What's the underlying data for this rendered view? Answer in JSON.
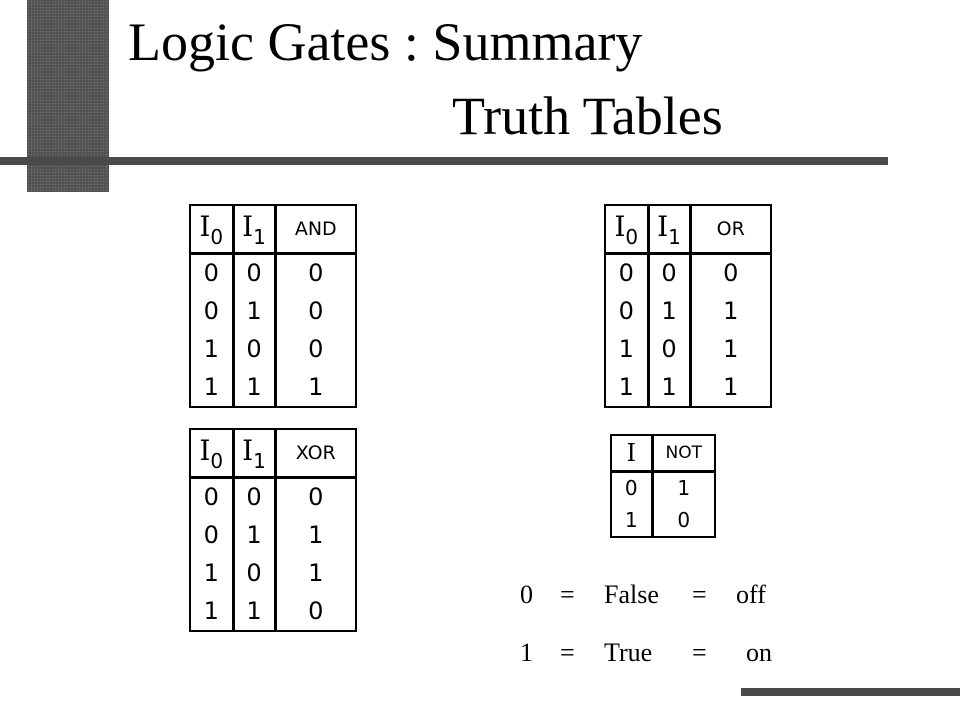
{
  "title": {
    "line1": "Logic Gates : Summary",
    "line2": "Truth Tables"
  },
  "tables": {
    "and": {
      "inputs": [
        {
          "label": "I",
          "sub": "0"
        },
        {
          "label": "I",
          "sub": "1"
        }
      ],
      "output": "AND",
      "rows": [
        [
          "0",
          "0",
          "0"
        ],
        [
          "0",
          "1",
          "0"
        ],
        [
          "1",
          "0",
          "0"
        ],
        [
          "1",
          "1",
          "1"
        ]
      ]
    },
    "or": {
      "inputs": [
        {
          "label": "I",
          "sub": "0"
        },
        {
          "label": "I",
          "sub": "1"
        }
      ],
      "output": "OR",
      "rows": [
        [
          "0",
          "0",
          "0"
        ],
        [
          "0",
          "1",
          "1"
        ],
        [
          "1",
          "0",
          "1"
        ],
        [
          "1",
          "1",
          "1"
        ]
      ]
    },
    "xor": {
      "inputs": [
        {
          "label": "I",
          "sub": "0"
        },
        {
          "label": "I",
          "sub": "1"
        }
      ],
      "output": "XOR",
      "rows": [
        [
          "0",
          "0",
          "0"
        ],
        [
          "0",
          "1",
          "1"
        ],
        [
          "1",
          "0",
          "1"
        ],
        [
          "1",
          "1",
          "0"
        ]
      ]
    },
    "not": {
      "input": "I",
      "output": "NOT",
      "rows": [
        [
          "0",
          "1"
        ],
        [
          "1",
          "0"
        ]
      ]
    }
  },
  "legend": [
    {
      "digit": "0",
      "eq1": "=",
      "bool": "False",
      "eq2": "=",
      "state": "off"
    },
    {
      "digit": "1",
      "eq1": "=",
      "bool": "True",
      "eq2": "=",
      "state": "on"
    }
  ]
}
